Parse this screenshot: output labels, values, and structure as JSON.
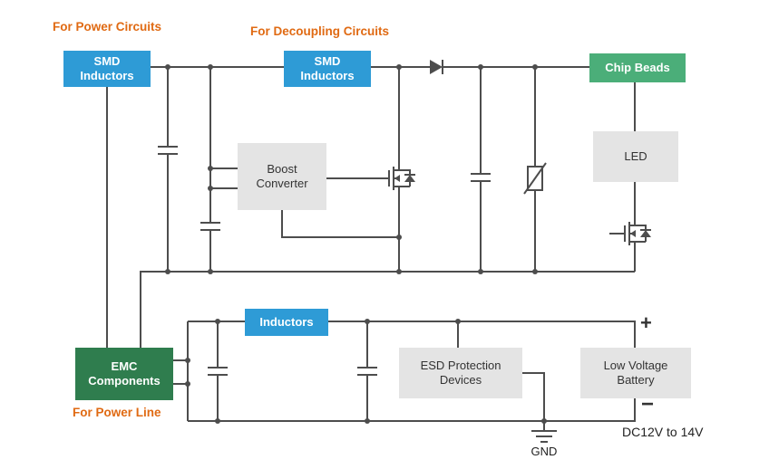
{
  "colors": {
    "blue": "#2E9BD6",
    "green": "#4BAE79",
    "dark_green": "#2F7D4E",
    "orange": "#E06A13",
    "gray_box": "#E4E4E4",
    "line": "#4D4D4D",
    "text_dark": "#333333",
    "background": "#FFFFFF"
  },
  "section_labels": {
    "power_circuits": "For Power Circuits",
    "decoupling_circuits": "For Decoupling Circuits",
    "power_line": "For Power Line"
  },
  "blocks": {
    "smd_inductors_power": {
      "label": "SMD Inductors"
    },
    "smd_inductors_decoupling": {
      "label": "SMD Inductors"
    },
    "chip_beads": {
      "label": "Chip Beads"
    },
    "boost_converter": {
      "label": "Boost Converter"
    },
    "led": {
      "label": "LED"
    },
    "inductors": {
      "label": "Inductors"
    },
    "emc_components": {
      "label": "EMC Components"
    },
    "esd_protection": {
      "label": "ESD Protection Devices"
    },
    "low_voltage_battery": {
      "label": "Low Voltage Battery"
    }
  },
  "annotations": {
    "battery_positive": "+",
    "battery_negative": "−",
    "battery_voltage": "DC12V to 14V",
    "ground": "GND"
  }
}
